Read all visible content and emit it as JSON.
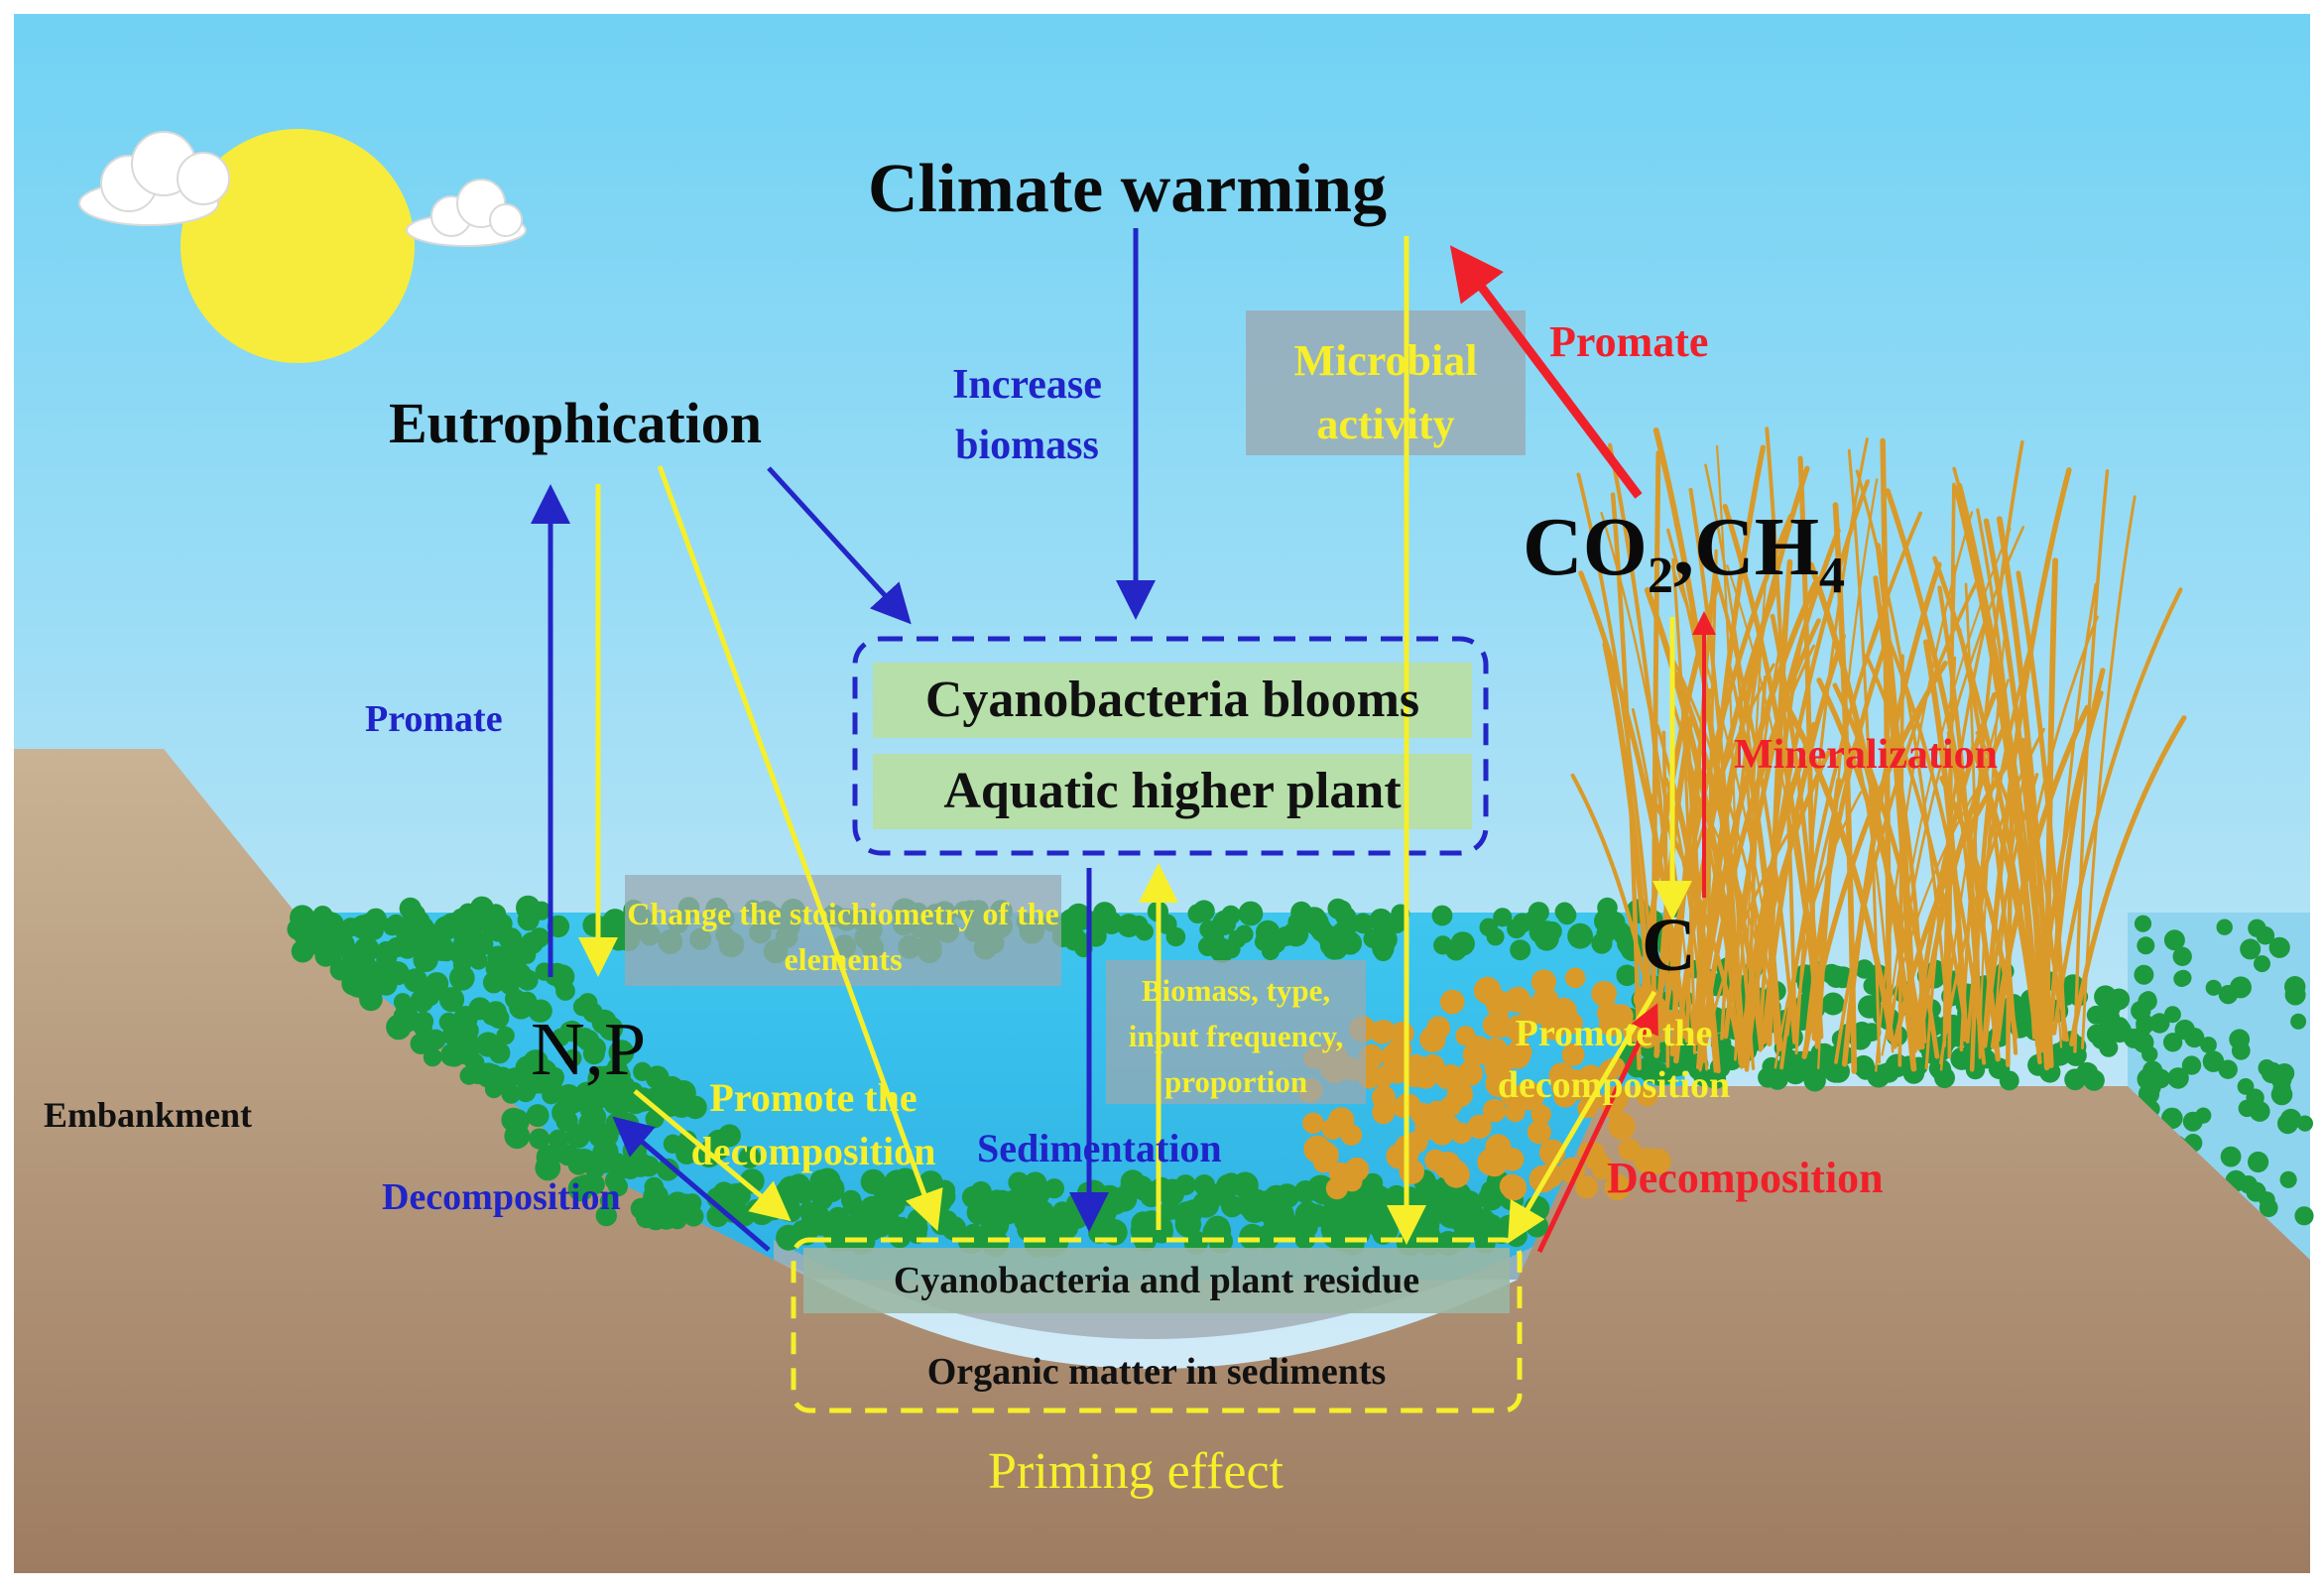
{
  "nodes": {
    "climate_warming": "Climate warming",
    "eutrophication": "Eutrophication",
    "co2": {
      "main": "CO",
      "sub1": "2",
      "mid": ",CH",
      "sub2": "4"
    },
    "carbon": "C",
    "np": "N,P",
    "cyanobacteria_blooms": "Cyanobacteria blooms",
    "aquatic_higher_plant": "Aquatic higher plant",
    "residue": "Cyanobacteria and plant residue",
    "organic_matter": "Organic matter in sediments",
    "priming_effect": "Priming effect",
    "embankment": "Embankment"
  },
  "labels": {
    "increase_biomass": "Increase biomass",
    "microbial_activity": "Microbial activity",
    "promate_red": "Promate",
    "promate_blue": "Promate",
    "mineralization": "Mineralization",
    "change_stoichiometry": "Change the stoichiometry of the elements",
    "biomass_type": "Biomass, type, input frequency, proportion",
    "promote_decomposition_left": "Promote the decomposition",
    "promote_decomposition_right": "Promote the decomposition",
    "sedimentation": "Sedimentation",
    "decomposition_blue": "Decomposition",
    "decomposition_red": "Decomposition"
  },
  "colors": {
    "sky_top": "#74d3f4",
    "sky_bottom": "#ddeef8",
    "sun": "#f7ec3c",
    "soil_top": "#c8b292",
    "soil_bottom": "#a07e63",
    "water": "#3cc4ee",
    "algae": "#1d9a3d",
    "reed": "#d99a2a",
    "arrow_blue": "#2325c6",
    "arrow_yellow": "#f6ef2a",
    "arrow_red": "#f0202a",
    "box_green": "#b6dfa9",
    "box_grey": "#a6b4be"
  }
}
